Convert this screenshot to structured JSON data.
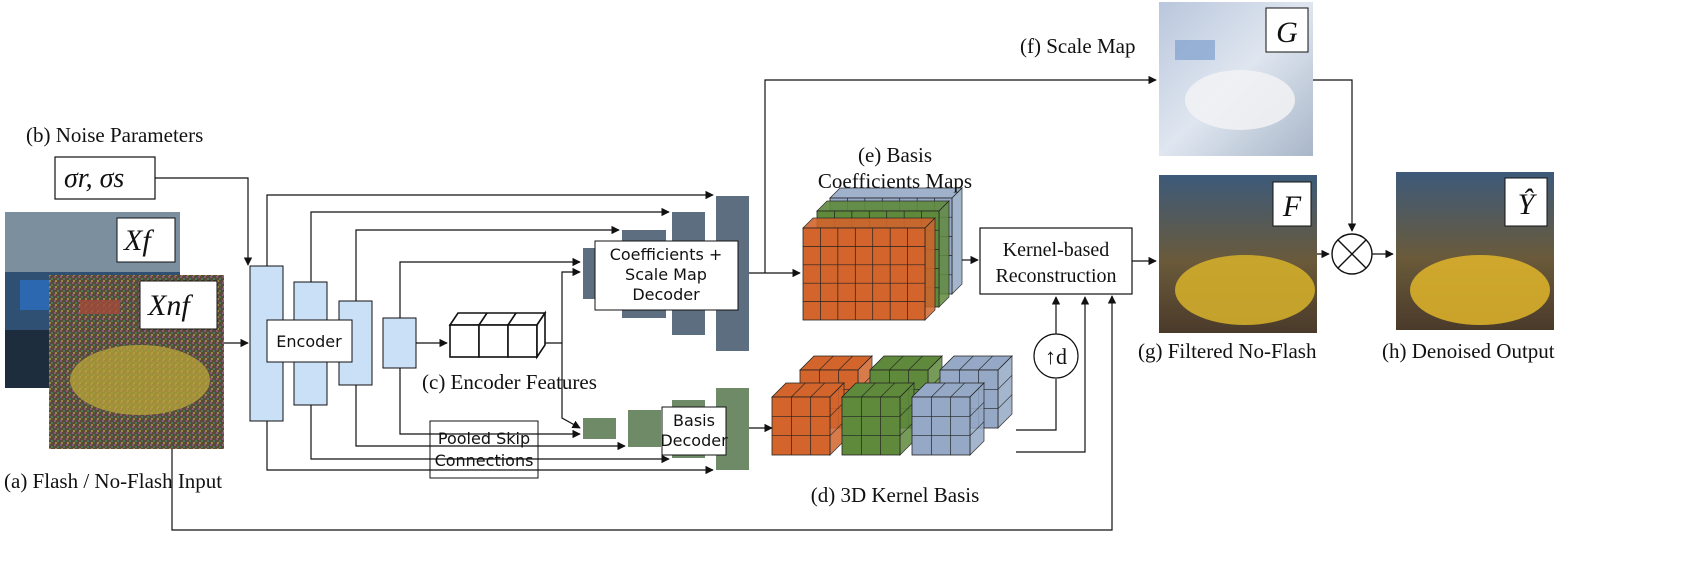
{
  "labels": {
    "noise_params": "(b) Noise Parameters",
    "flash_input": "(a) Flash / No-Flash Input",
    "encoder_features": "(c) Encoder Features",
    "kernel_basis": "(d) 3D Kernel Basis",
    "basis_coeff_line1": "(e) Basis",
    "basis_coeff_line2": "Coefficients Maps",
    "scale_map": "(f) Scale Map",
    "filtered_noflash": "(g) Filtered No-Flash",
    "denoised_output": "(h) Denoised Output"
  },
  "boxes": {
    "encoder": "Encoder",
    "coeff_decoder_1": "Coefficients +",
    "coeff_decoder_2": "Scale Map",
    "coeff_decoder_3": "Decoder",
    "pooled_skip_1": "Pooled Skip",
    "pooled_skip_2": "Connections",
    "basis_decoder_1": "Basis",
    "basis_decoder_2": "Decoder",
    "kernel_recon_1": "Kernel-based",
    "kernel_recon_2": "Reconstruction"
  },
  "math": {
    "sigma": "σr, σs",
    "xf": "Xf",
    "xnf": "Xnf",
    "g": "G",
    "f": "F",
    "y": "Ŷ",
    "upsample": "↑d",
    "multiply": "×"
  },
  "colors": {
    "encoder_blue": "#c9e0f6",
    "decoder_slate": "#5d6e80",
    "basis_green": "#6e8a66",
    "cube_orange": "#d2642c",
    "cube_green": "#5f8a3c",
    "cube_blue": "#95a9c6"
  }
}
